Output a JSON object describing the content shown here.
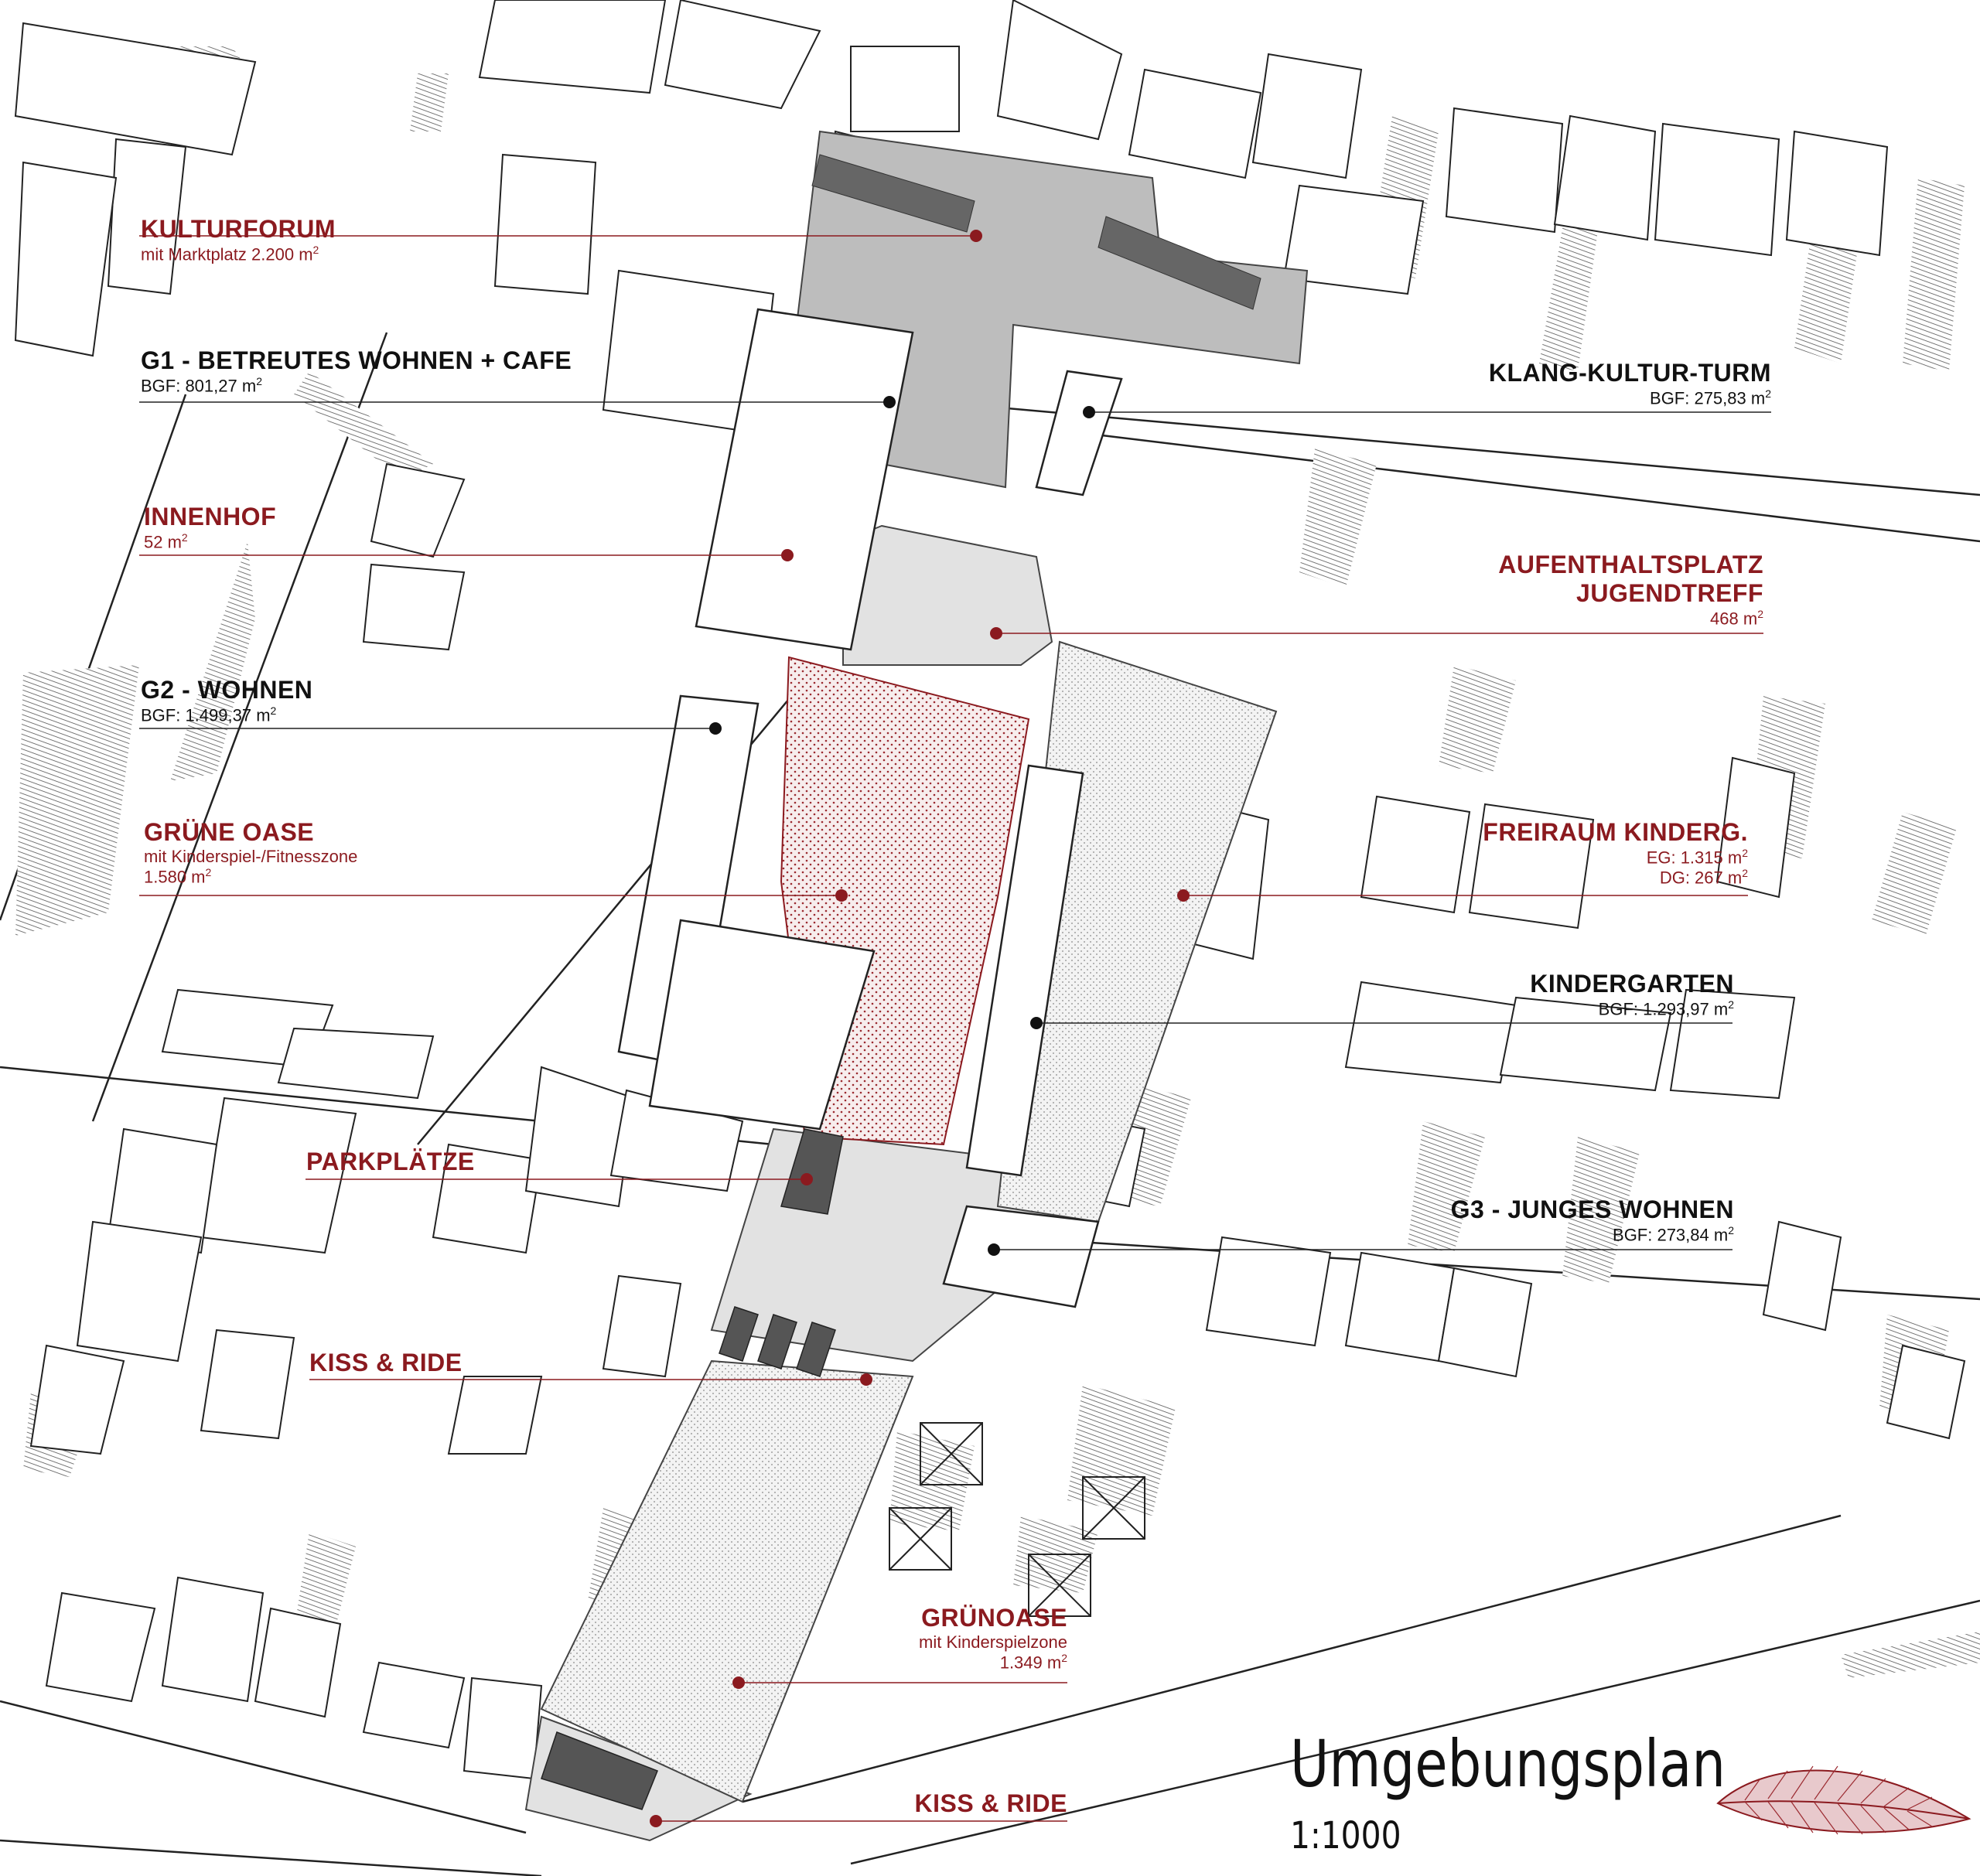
{
  "labels": {
    "kulturforum": {
      "title": "KULTURFORUM",
      "sub": "mit Marktplatz 2.200 m",
      "sup": "2"
    },
    "g1": {
      "title": "G1 - BETREUTES WOHNEN + CAFE",
      "sub": "BGF: 801,27 m",
      "sup": "2"
    },
    "innenhof": {
      "title": "INNENHOF",
      "sub": "52 m",
      "sup": "2"
    },
    "g2": {
      "title": "G2 - WOHNEN",
      "sub": "BGF: 1.499,37 m",
      "sup": "2"
    },
    "gruene_oase": {
      "title": "GRÜNE OASE",
      "sub1": "mit Kinderspiel-/Fitnesszone",
      "sub2": "1.580 m",
      "sup": "2"
    },
    "parkplaetze": {
      "title": "PARKPLÄTZE"
    },
    "kiss_ride_1": {
      "title": "KISS & RIDE"
    },
    "klang": {
      "title": "KLANG-KULTUR-TURM",
      "sub": "BGF: 275,83 m",
      "sup": "2"
    },
    "aufenthalt": {
      "title1": "AUFENTHALTSPLATZ",
      "title2": "JUGENDTREFF",
      "sub": "468 m",
      "sup": "2"
    },
    "freiraum": {
      "title": "FREIRAUM KINDERG.",
      "sub1": "EG: 1.315 m",
      "sub2": "DG: 267 m",
      "sup": "2"
    },
    "kindergarten": {
      "title": "KINDERGARTEN",
      "sub": "BGF: 1.293,97 m",
      "sup": "2"
    },
    "g3": {
      "title": "G3 - JUNGES WOHNEN",
      "sub": "BGF: 273,84 m",
      "sup": "2"
    },
    "gruenoase": {
      "title": "GRÜNOASE",
      "sub1": "mit Kinderspielzone",
      "sub2": "1.349 m",
      "sup": "2"
    },
    "kiss_ride_2": {
      "title": "KISS & RIDE"
    }
  },
  "title": "Umgebungsplan",
  "scale": "1:1000",
  "colors": {
    "accent_red": "#8b1a1f",
    "text": "#111111",
    "plaza_gray": "#bdbdbd",
    "light_gray": "#e2e2e2",
    "shadow": "#9a9a9a"
  },
  "icons": {
    "feather": "feather-icon"
  }
}
